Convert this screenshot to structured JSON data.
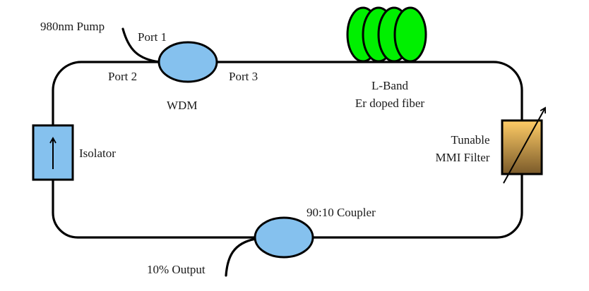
{
  "title": "L-Band Erbium-doped fiber ring laser setup",
  "colors": {
    "fiber": "#000000",
    "wdm_fill": "#85C1EE",
    "coupler_fill": "#85C1EE",
    "isolator_fill": "#85C1EE",
    "edf_fill": "#00F000",
    "filter_gradient_top": "#FFCC66",
    "filter_gradient_bottom": "#7A5A2A"
  },
  "components": {
    "pump": {
      "label": "980nm Pump"
    },
    "wdm": {
      "label": "WDM",
      "port1": "Port 1",
      "port2": "Port 2",
      "port3": "Port 3"
    },
    "edf": {
      "label_line1": "L-Band",
      "label_line2": "Er doped fiber",
      "coil_count": 4
    },
    "filter": {
      "label_line1": "Tunable",
      "label_line2": "MMI Filter"
    },
    "coupler": {
      "label": "90:10 Coupler"
    },
    "output": {
      "label": "10% Output"
    },
    "isolator": {
      "label": "Isolator"
    }
  }
}
